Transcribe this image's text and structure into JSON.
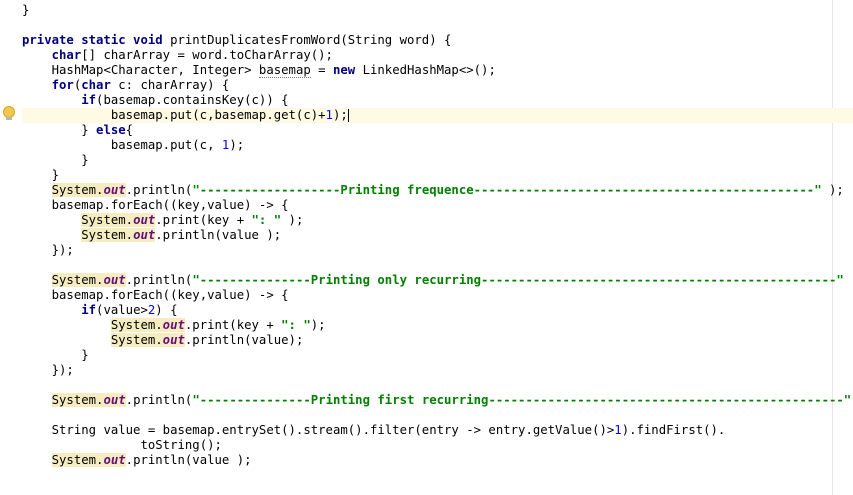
{
  "editor": {
    "language": "java",
    "hint_icon": "lightbulb-icon",
    "colors": {
      "keyword": "#000080",
      "string": "#008000",
      "number": "#0000ff",
      "static_field": "#660e7a",
      "system_highlight": "#f5ecc0",
      "caret_line": "#fffae3"
    },
    "lines": {
      "l00": "}",
      "l01_a": "private static void",
      "l01_b": " printDuplicatesFromWord(String word) {",
      "l02_a": "char",
      "l02_b": "[] charArray = word.toCharArray();",
      "l03_a": "HashMap<Character, Integer> ",
      "l03_b": "basemap",
      "l03_c": " = ",
      "l03_d": "new",
      "l03_e": " LinkedHashMap<>();",
      "l04_a": "for",
      "l04_b": "(",
      "l04_c": "char",
      "l04_d": " c: charArray) {",
      "l05_a": "if",
      "l05_b": "(basemap.containsKey(c)) {",
      "l06_a": "basemap.put(c,basemap.get(c)+",
      "l06_b": "1",
      "l06_c": ");",
      "l07_a": "} ",
      "l07_b": "else",
      "l07_c": "{",
      "l08_a": "basemap.put(c, ",
      "l08_b": "1",
      "l08_c": ");",
      "l09": "}",
      "l10": "}",
      "sys": "System.",
      "out": "out",
      "l11_a": ".println(",
      "l11_str": "\"-------------------Printing frequence----------------------------------------------\"",
      "l11_c": " );",
      "l12": "basemap.forEach((key,value) -> {",
      "l13_a": ".print(key + ",
      "l13_str": "\": \"",
      "l13_c": " );",
      "l14_a": ".println(value );",
      "l15": "});",
      "l16_a": ".println(",
      "l16_str": "\"---------------Printing only recurring------------------------------------------------\"",
      "l16_c": " );",
      "l17": "basemap.forEach((key,value) -> {",
      "l18_a": "if",
      "l18_b": "(value>",
      "l18_c": "2",
      "l18_d": ") {",
      "l19_a": ".print(key + ",
      "l19_str": "\": \"",
      "l19_c": ");",
      "l20_a": ".println(value);",
      "l21": "}",
      "l22": "});",
      "l23_a": ".println(",
      "l23_str": "\"---------------Printing first recurring------------------------------------------------\"",
      "l23_c": " );",
      "l24_a": "String value = basemap.entrySet().stream().filter(entry -> entry.getValue()>",
      "l24_b": "1",
      "l24_c": ").findFirst().",
      "l25": "toString();",
      "l26_a": ".println(value );"
    }
  }
}
